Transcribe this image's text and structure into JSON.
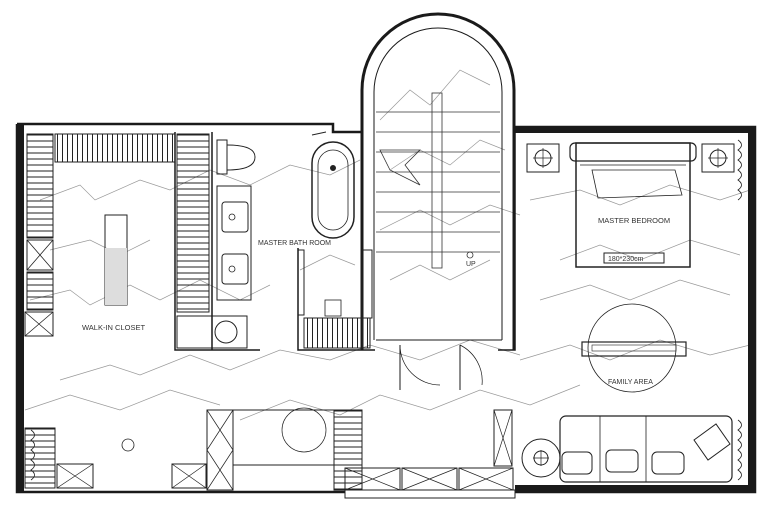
{
  "labels": {
    "walk_in_closet": "WALK-IN CLOSET",
    "master_bathroom": "MASTER BATH ROOM",
    "master_bedroom": "MASTER BEDROOM",
    "bed_size": "180*230cm",
    "family_area": "FAMILY AREA",
    "stair_direction": "UP"
  },
  "colors": {
    "wall": "#1a1a1a",
    "line": "#333333",
    "vein": "#777777",
    "background": "#ffffff"
  }
}
